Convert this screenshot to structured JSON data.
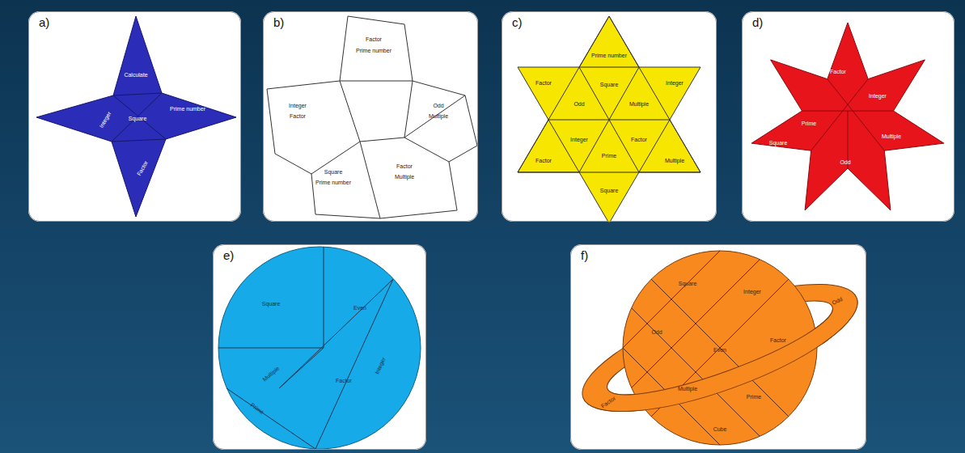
{
  "diagram": {
    "nodes": [
      {
        "text": [
          "a)"
        ]
      },
      {
        "text": [
          "b)"
        ]
      },
      {
        "text": [
          "c)"
        ]
      },
      {
        "text": [
          "d)"
        ]
      },
      {
        "text": [
          "e)"
        ]
      },
      {
        "text": [
          "f)"
        ]
      }
    ],
    "labels": [
      "Factor",
      "Prime number",
      "Integer",
      "Factor",
      "Odd",
      "Multiple",
      "Square",
      "Prime number",
      "Factor",
      "Multiple",
      "Prime number",
      "Factor",
      "Integer",
      "Square",
      "Odd",
      "Multiple",
      "Integer",
      "Factor",
      "Prime",
      "Factor",
      "Multiple",
      "Square",
      "Calculate",
      "Integer",
      "Square",
      "Prime number",
      "Factor",
      "Factor",
      "Prime",
      "Integer",
      "Multiple",
      "Odd",
      "Square",
      "Square",
      "Even",
      "Multiple",
      "Factor",
      "Integer",
      "Prime",
      "Square",
      "Integer",
      "Odd",
      "Even",
      "Factor",
      "Multiple",
      "Prime",
      "Cube",
      "Factor",
      "Odd"
    ]
  }
}
